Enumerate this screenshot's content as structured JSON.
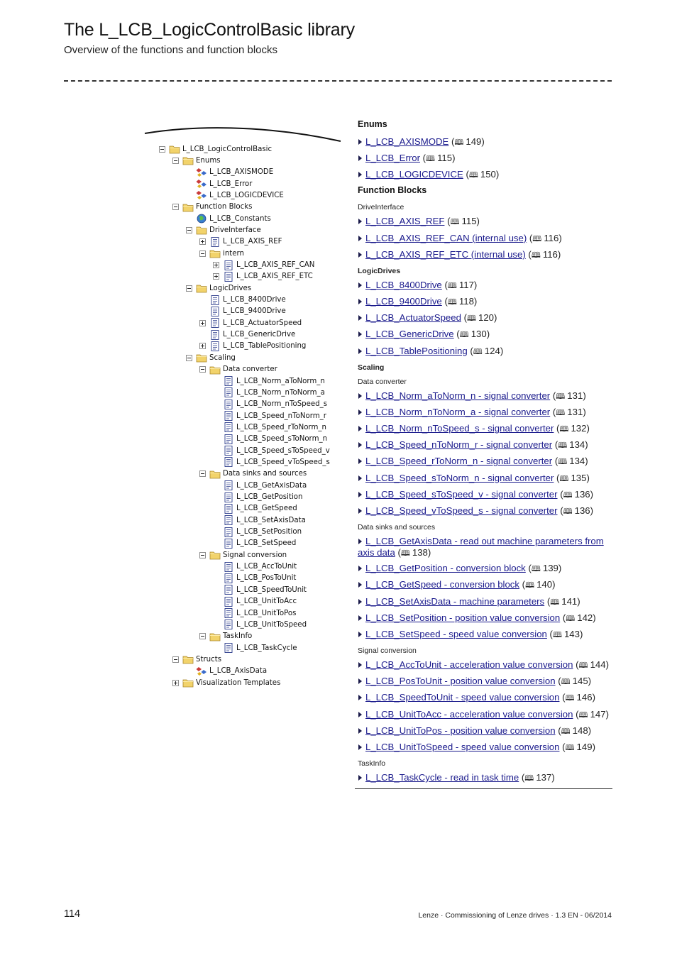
{
  "header": {
    "title": "The L_LCB_LogicControlBasic library",
    "subtitle": "Overview of the functions and function blocks"
  },
  "tree": [
    {
      "label": "L_LCB_LogicControlBasic",
      "icon": "folder-icon",
      "expander": "minus"
    },
    {
      "label": "Enums",
      "icon": "folder-icon",
      "expander": "minus"
    },
    {
      "label": "L_LCB_AXISMODE",
      "icon": "enum-icon",
      "expander": "none"
    },
    {
      "label": "L_LCB_Error",
      "icon": "enum-icon",
      "expander": "none"
    },
    {
      "label": "L_LCB_LOGICDEVICE",
      "icon": "enum-icon",
      "expander": "none"
    },
    {
      "label": "Function Blocks",
      "icon": "folder-icon",
      "expander": "minus"
    },
    {
      "label": "L_LCB_Constants",
      "icon": "globe-icon",
      "expander": "none"
    },
    {
      "label": "DriveInterface",
      "icon": "folder-icon",
      "expander": "minus"
    },
    {
      "label": "L_LCB_AXIS_REF",
      "icon": "document-icon",
      "expander": "plus"
    },
    {
      "label": "intern",
      "icon": "folder-icon",
      "expander": "minus"
    },
    {
      "label": "L_LCB_AXIS_REF_CAN",
      "icon": "document-icon",
      "expander": "plus"
    },
    {
      "label": "L_LCB_AXIS_REF_ETC",
      "icon": "document-icon",
      "expander": "plus"
    },
    {
      "label": "LogicDrives",
      "icon": "folder-icon",
      "expander": "minus"
    },
    {
      "label": "L_LCB_8400Drive",
      "icon": "document-icon",
      "expander": "none"
    },
    {
      "label": "L_LCB_9400Drive",
      "icon": "document-icon",
      "expander": "none"
    },
    {
      "label": "L_LCB_ActuatorSpeed",
      "icon": "document-icon",
      "expander": "plus"
    },
    {
      "label": "L_LCB_GenericDrive",
      "icon": "document-icon",
      "expander": "none"
    },
    {
      "label": "L_LCB_TablePositioning",
      "icon": "document-icon",
      "expander": "plus"
    },
    {
      "label": "Scaling",
      "icon": "folder-icon",
      "expander": "minus"
    },
    {
      "label": "Data converter",
      "icon": "folder-icon",
      "expander": "minus"
    },
    {
      "label": "L_LCB_Norm_aToNorm_n",
      "icon": "document-icon",
      "expander": "none"
    },
    {
      "label": "L_LCB_Norm_nToNorm_a",
      "icon": "document-icon",
      "expander": "none"
    },
    {
      "label": "L_LCB_Norm_nToSpeed_s",
      "icon": "document-icon",
      "expander": "none"
    },
    {
      "label": "L_LCB_Speed_nToNorm_r",
      "icon": "document-icon",
      "expander": "none"
    },
    {
      "label": "L_LCB_Speed_rToNorm_n",
      "icon": "document-icon",
      "expander": "none"
    },
    {
      "label": "L_LCB_Speed_sToNorm_n",
      "icon": "document-icon",
      "expander": "none"
    },
    {
      "label": "L_LCB_Speed_sToSpeed_v",
      "icon": "document-icon",
      "expander": "none"
    },
    {
      "label": "L_LCB_Speed_vToSpeed_s",
      "icon": "document-icon",
      "expander": "none"
    },
    {
      "label": "Data sinks and sources",
      "icon": "folder-icon",
      "expander": "minus"
    },
    {
      "label": "L_LCB_GetAxisData",
      "icon": "document-icon",
      "expander": "none"
    },
    {
      "label": "L_LCB_GetPosition",
      "icon": "document-icon",
      "expander": "none"
    },
    {
      "label": "L_LCB_GetSpeed",
      "icon": "document-icon",
      "expander": "none"
    },
    {
      "label": "L_LCB_SetAxisData",
      "icon": "document-icon",
      "expander": "none"
    },
    {
      "label": "L_LCB_SetPosition",
      "icon": "document-icon",
      "expander": "none"
    },
    {
      "label": "L_LCB_SetSpeed",
      "icon": "document-icon",
      "expander": "none"
    },
    {
      "label": "Signal conversion",
      "icon": "folder-icon",
      "expander": "minus"
    },
    {
      "label": "L_LCB_AccToUnit",
      "icon": "document-icon",
      "expander": "none"
    },
    {
      "label": "L_LCB_PosToUnit",
      "icon": "document-icon",
      "expander": "none"
    },
    {
      "label": "L_LCB_SpeedToUnit",
      "icon": "document-icon",
      "expander": "none"
    },
    {
      "label": "L_LCB_UnitToAcc",
      "icon": "document-icon",
      "expander": "none"
    },
    {
      "label": "L_LCB_UnitToPos",
      "icon": "document-icon",
      "expander": "none"
    },
    {
      "label": "L_LCB_UnitToSpeed",
      "icon": "document-icon",
      "expander": "none"
    },
    {
      "label": "TaskInfo",
      "icon": "folder-icon",
      "expander": "minus"
    },
    {
      "label": "L_LCB_TaskCycle",
      "icon": "document-icon",
      "expander": "none"
    },
    {
      "label": "Structs",
      "icon": "folder-icon",
      "expander": "minus"
    },
    {
      "label": "L_LCB_AxisData",
      "icon": "enum-icon",
      "expander": "none"
    },
    {
      "label": "Visualization Templates",
      "icon": "folder-icon",
      "expander": "plus"
    }
  ],
  "list": [
    {
      "kind": "heading",
      "text": "Enums"
    },
    {
      "kind": "item",
      "link": "L_LCB_AXISMODE",
      "page": "149"
    },
    {
      "kind": "item",
      "link": "L_LCB_Error",
      "page": "115"
    },
    {
      "kind": "item",
      "link": "L_LCB_LOGICDEVICE",
      "page": "150"
    },
    {
      "kind": "heading",
      "text": "Function Blocks"
    },
    {
      "kind": "sub",
      "text": "DriveInterface"
    },
    {
      "kind": "item",
      "link": "L_LCB_AXIS_REF",
      "page": "115"
    },
    {
      "kind": "item",
      "link": "L_LCB_AXIS_REF_CAN (internal use)",
      "page": "116"
    },
    {
      "kind": "item",
      "link": "L_LCB_AXIS_REF_ETC (internal use)",
      "page": "116"
    },
    {
      "kind": "subbold",
      "text": "LogicDrives"
    },
    {
      "kind": "item",
      "link": "L_LCB_8400Drive",
      "page": "117"
    },
    {
      "kind": "item",
      "link": "L_LCB_9400Drive",
      "page": "118"
    },
    {
      "kind": "item",
      "link": "L_LCB_ActuatorSpeed",
      "page": "120"
    },
    {
      "kind": "item",
      "link": "L_LCB_GenericDrive",
      "page": "130"
    },
    {
      "kind": "item",
      "link": "L_LCB_TablePositioning",
      "page": "124"
    },
    {
      "kind": "subbold",
      "text": "Scaling"
    },
    {
      "kind": "sub",
      "text": "Data converter"
    },
    {
      "kind": "item",
      "link": "L_LCB_Norm_aToNorm_n - signal converter",
      "page": "131"
    },
    {
      "kind": "item",
      "link": "L_LCB_Norm_nToNorm_a - signal converter",
      "page": "131"
    },
    {
      "kind": "item",
      "link": "L_LCB_Norm_nToSpeed_s - signal converter",
      "page": "132"
    },
    {
      "kind": "item",
      "link": "L_LCB_Speed_nToNorm_r - signal converter",
      "page": "134"
    },
    {
      "kind": "item",
      "link": "L_LCB_Speed_rToNorm_n - signal converter",
      "page": "134"
    },
    {
      "kind": "item",
      "link": "L_LCB_Speed_sToNorm_n - signal converter",
      "page": "135"
    },
    {
      "kind": "item",
      "link": "L_LCB_Speed_sToSpeed_v - signal converter",
      "page": "136"
    },
    {
      "kind": "item",
      "link": "L_LCB_Speed_vToSpeed_s - signal converter",
      "page": "136"
    },
    {
      "kind": "sub",
      "text": "Data sinks and sources"
    },
    {
      "kind": "item",
      "link": "L_LCB_GetAxisData - read out machine parameters from axis data",
      "page": "138",
      "wrap": true
    },
    {
      "kind": "item",
      "link": "L_LCB_GetPosition - conversion block",
      "page": "139"
    },
    {
      "kind": "item",
      "link": "L_LCB_GetSpeed - conversion block",
      "page": "140"
    },
    {
      "kind": "item",
      "link": "L_LCB_SetAxisData - machine parameters",
      "page": "141"
    },
    {
      "kind": "item",
      "link": "L_LCB_SetPosition - position value conversion",
      "page": "142"
    },
    {
      "kind": "item",
      "link": "L_LCB_SetSpeed - speed value conversion",
      "page": "143"
    },
    {
      "kind": "sub",
      "text": "Signal conversion"
    },
    {
      "kind": "item",
      "link": "L_LCB_AccToUnit - acceleration value conversion",
      "page": "144"
    },
    {
      "kind": "item",
      "link": "L_LCB_PosToUnit - position value conversion",
      "page": "145"
    },
    {
      "kind": "item",
      "link": "L_LCB_SpeedToUnit - speed value conversion",
      "page": "146"
    },
    {
      "kind": "item",
      "link": "L_LCB_UnitToAcc - acceleration value conversion",
      "page": "147"
    },
    {
      "kind": "item",
      "link": "L_LCB_UnitToPos - position value conversion",
      "page": "148"
    },
    {
      "kind": "item",
      "link": "L_LCB_UnitToSpeed - speed value conversion",
      "page": "149"
    },
    {
      "kind": "sub",
      "text": "TaskInfo"
    },
    {
      "kind": "item",
      "link": "L_LCB_TaskCycle - read in task time",
      "page": "137"
    }
  ],
  "footer": {
    "page_number": "114",
    "text": "Lenze · Commissioning of Lenze drives · 1.3 EN - 06/2014"
  },
  "colors": {
    "link": "#1a1a8c",
    "folder": "#f2d36b",
    "text": "#1a1a1a"
  }
}
